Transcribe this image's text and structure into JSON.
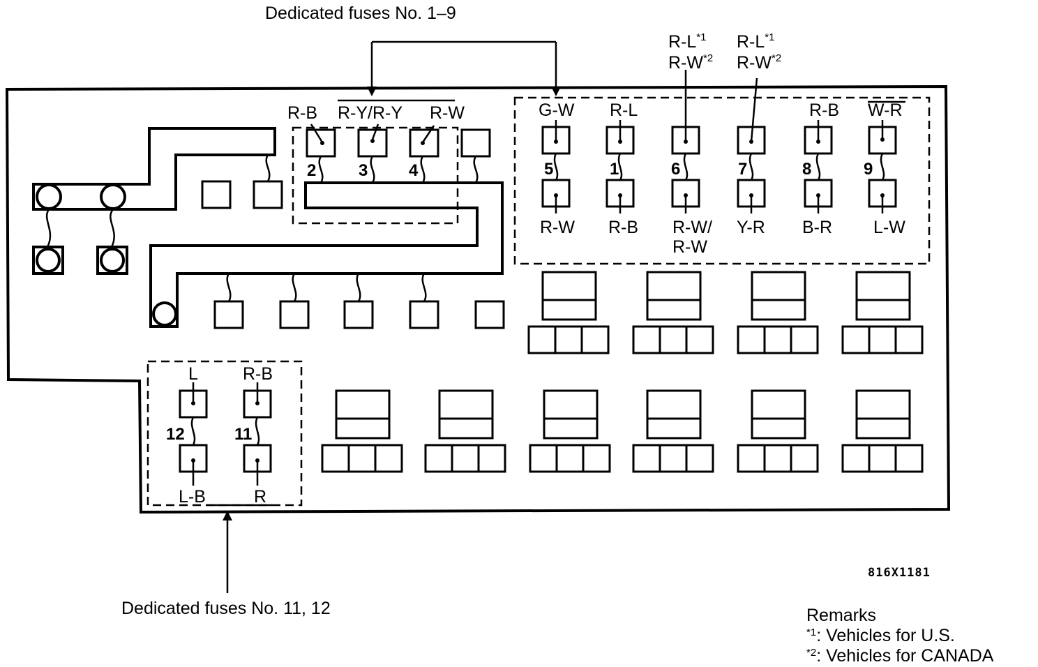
{
  "top_callout": {
    "label": "Dedicated fuses No. 1–9"
  },
  "bottom_callout": {
    "label": "Dedicated fuses No. 11, 12"
  },
  "left_group_wires": {
    "rb": "R-B",
    "ry": "R-Y/R-Y",
    "rw": "R-W"
  },
  "left_group_numbers": {
    "n2": "2",
    "n3": "3",
    "n4": "4"
  },
  "right_group_top_wires": {
    "f5": "G-W",
    "f1": "R-L",
    "f8": "R-B",
    "f9": "W-R"
  },
  "right_group_numbers": {
    "n5": "5",
    "n1": "1",
    "n6": "6",
    "n7": "7",
    "n8": "8",
    "n9": "9"
  },
  "right_group_bottom_wires": {
    "f5": "R-W",
    "f1": "R-B",
    "f6a": "R-W/",
    "f6b": "R-W",
    "f7": "Y-R",
    "f8": "B-R",
    "f9": "L-W"
  },
  "variant_labels": {
    "a_line1": "R-L",
    "a_sup1": "*1",
    "a_line2": "R-W",
    "a_sup2": "*2",
    "b_line1": "R-L",
    "b_sup1": "*1",
    "b_line2": "R-W",
    "b_sup2": "*2"
  },
  "bottom_group": {
    "top_left": "L",
    "top_right": "R-B",
    "n12": "12",
    "n11": "11",
    "bottom_left": "L-B",
    "bottom_right": "R"
  },
  "figure_code": "816X1181",
  "remarks": {
    "title": "Remarks",
    "note1_mark": "*1",
    "note1_text": ": Vehicles for U.S.",
    "note2_mark": "*2",
    "note2_text": ": Vehicles for CANADA"
  }
}
